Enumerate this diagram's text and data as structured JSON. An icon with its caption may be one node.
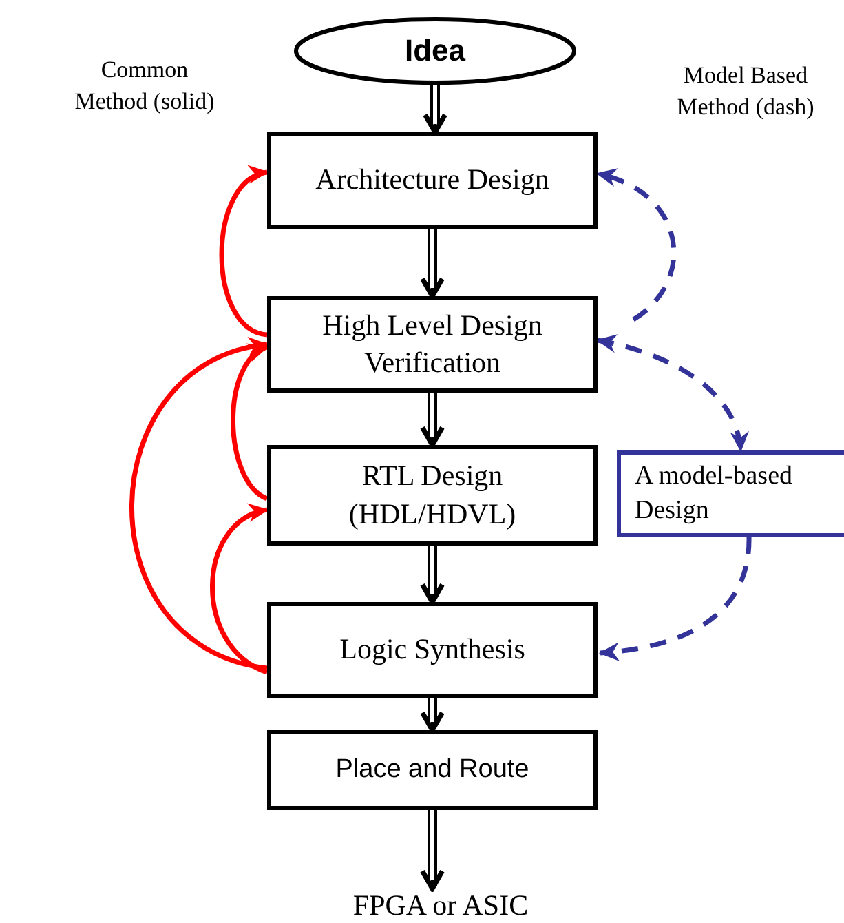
{
  "diagram": {
    "nodes": [
      {
        "text": [
          "Idea"
        ]
      },
      {
        "text": [
          "Architecture Design"
        ]
      },
      {
        "text": [
          "High Level Design Verification"
        ]
      },
      {
        "text": [
          "RTL Design (HDL/HDVL)"
        ]
      },
      {
        "text": [
          "Logic Synthesis"
        ]
      },
      {
        "text": [
          "Place and Route"
        ]
      },
      {
        "text": [
          "FPGA or ASIC"
        ]
      },
      {
        "text": [
          "A model-based Design"
        ]
      }
    ],
    "edges": [
      {
        "from": 0,
        "to": 1,
        "arrow": "to"
      },
      {
        "from": 1,
        "to": 2,
        "arrow": "to"
      },
      {
        "from": 2,
        "to": 3,
        "arrow": "to"
      },
      {
        "from": 3,
        "to": 4,
        "arrow": "to"
      },
      {
        "from": 4,
        "to": 5,
        "arrow": "to"
      },
      {
        "from": 5,
        "to": 6,
        "arrow": "to"
      },
      {
        "from": 2,
        "to": 1,
        "arrow": "to",
        "color": "#ff0000"
      },
      {
        "from": 3,
        "to": 2,
        "arrow": "to",
        "color": "#ff0000"
      },
      {
        "from": 4,
        "to": 2,
        "arrow": "to",
        "color": "#ff0000"
      },
      {
        "from": 4,
        "to": 3,
        "arrow": "to",
        "color": "#ff0000"
      },
      {
        "from": 2,
        "to": 1,
        "arrow": "to",
        "style": "dashed",
        "color": "#333399"
      },
      {
        "from": 2,
        "to": 7,
        "arrow": "both",
        "style": "dashed",
        "color": "#333399"
      },
      {
        "from": 7,
        "to": 4,
        "arrow": "to",
        "style": "dashed",
        "color": "#333399"
      }
    ],
    "labels": [
      "Common Method (solid)",
      "Model Based Method (dash)"
    ]
  }
}
